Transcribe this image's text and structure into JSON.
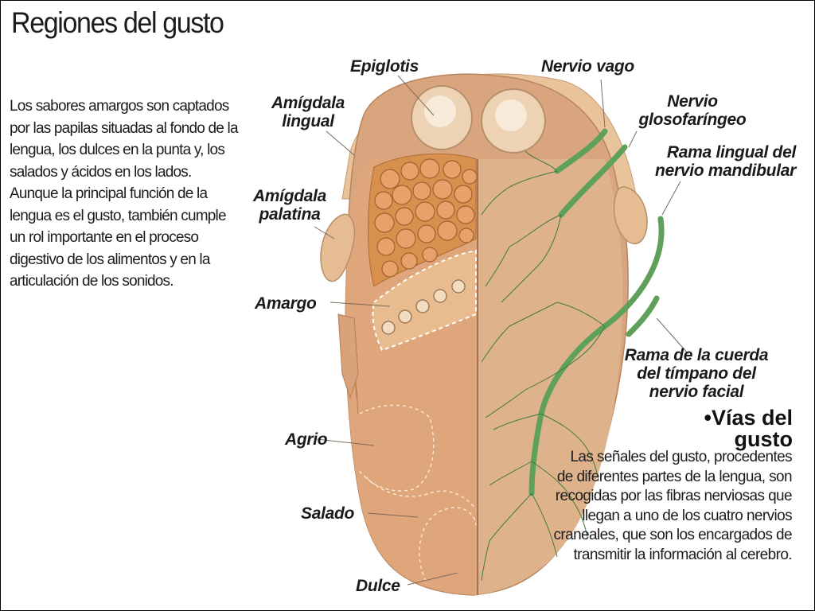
{
  "title": "Regiones del gusto",
  "intro_text": "Los sabores amargos son captados por las papilas situadas al fondo de la lengua, los dulces en la punta y, los salados y ácidos en los lados. Aunque la principal función de la lengua es el gusto, también cumple un rol importante en el proceso digestivo de los alimentos y en la articulación de los sonidos.",
  "labels": {
    "epiglotis": "Epiglotis",
    "amigdala_lingual_1": "Amígdala",
    "amigdala_lingual_2": "lingual",
    "amigdala_palatina_1": "Amígdala",
    "amigdala_palatina_2": "palatina",
    "amargo": "Amargo",
    "agrio": "Agrio",
    "salado": "Salado",
    "dulce": "Dulce",
    "nervio_vago": "Nervio vago",
    "glosofaringeo_1": "Nervio",
    "glosofaringeo_2": "glosofaríngeo",
    "mandibular_1": "Rama lingual del",
    "mandibular_2": "nervio mandibular",
    "cuerda_1": "Rama de la cuerda",
    "cuerda_2": "del tímpano del",
    "cuerda_3": "nervio facial"
  },
  "vias": {
    "bullet": "•",
    "title_1": "Vías del",
    "title_2": "gusto",
    "text": "Las señales del gusto, procedentes de diferentes partes de la lengua, son recogidas por las fibras nerviosas que llegan a uno de los cuatro nervios craneales, que son los encargados de transmitir la información al cerebro."
  },
  "colors": {
    "tongue_base": "#d4a07a",
    "tongue_left": "#e3a77c",
    "tongue_right": "#dcb38b",
    "papillae": "#d88c55",
    "nerve_green": "#5fa05a",
    "branch_green": "#3f7a3f"
  }
}
